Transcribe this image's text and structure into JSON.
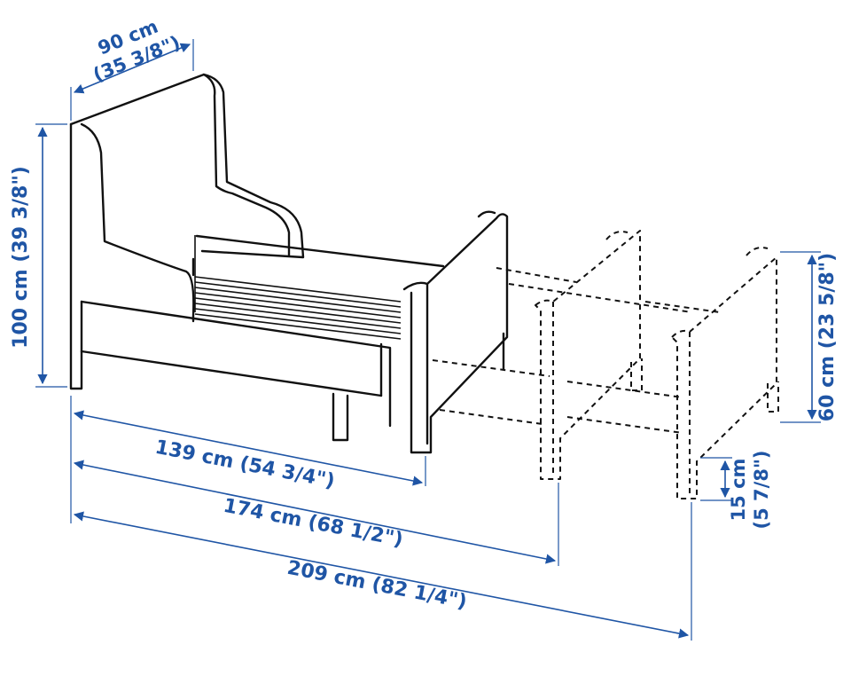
{
  "dimensions": {
    "width_top": {
      "cm": "90 cm",
      "inch": "(35 3/8\")"
    },
    "height_total": {
      "text": "100 cm (39 3/8\")"
    },
    "length_short": {
      "text": "139 cm (54 3/4\")"
    },
    "length_mid": {
      "text": "174 cm (68 1/2\")"
    },
    "length_long": {
      "text": "209 cm (82 1/4\")"
    },
    "footboard_height": {
      "text": "60 cm (23 5/8\")"
    },
    "leg_height": {
      "cm": "15 cm",
      "inch": "(5 7/8\")"
    }
  },
  "colors": {
    "dimension": "#1f55a5",
    "line": "#111111"
  }
}
